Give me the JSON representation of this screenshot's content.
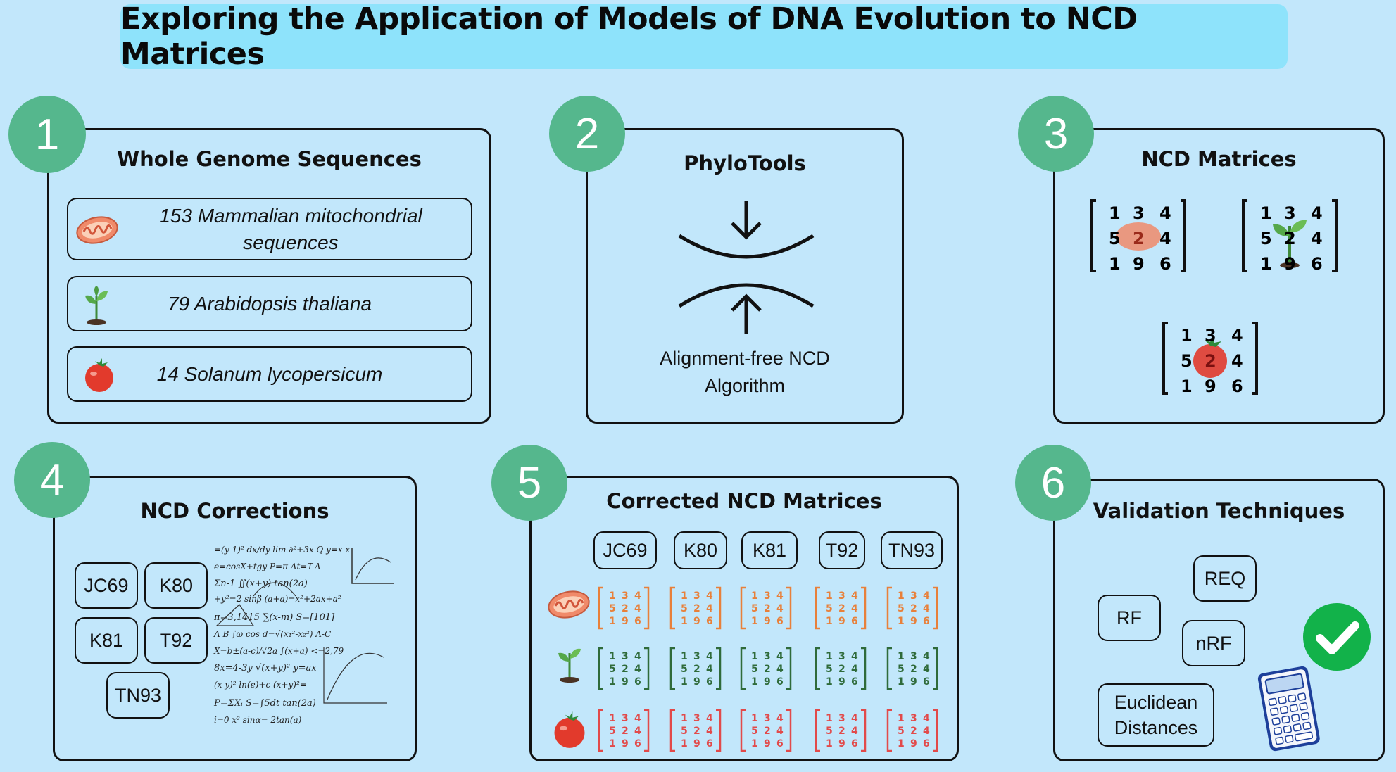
{
  "title": "Exploring the Application of Models of DNA Evolution to NCD Matrices",
  "steps": {
    "s1": {
      "number": "1",
      "title": "Whole Genome Sequences",
      "items": [
        {
          "label": "153 Mammalian mitochondrial sequences",
          "icon": "mitochondrion-icon"
        },
        {
          "label": "79 Arabidopsis thaliana",
          "icon": "sprout-icon"
        },
        {
          "label": "14 Solanum lycopersicum",
          "icon": "tomato-icon"
        }
      ]
    },
    "s2": {
      "number": "2",
      "title": "PhyloTools",
      "caption_line1": "Alignment-free NCD",
      "caption_line2": "Algorithm"
    },
    "s3": {
      "number": "3",
      "title": "NCD Matrices",
      "matrix": {
        "row1": [
          "1",
          "3",
          "4"
        ],
        "row2": [
          "5",
          "2",
          "4"
        ],
        "row3": [
          "1",
          "9",
          "6"
        ]
      }
    },
    "s4": {
      "number": "4",
      "title": "NCD Corrections",
      "models": [
        "JC69",
        "K80",
        "K81",
        "T92",
        "TN93"
      ]
    },
    "s5": {
      "number": "5",
      "title": "Corrected NCD Matrices",
      "models": [
        "JC69",
        "K80",
        "K81",
        "T92",
        "TN93"
      ],
      "row_colors": {
        "mito": "#e8803a",
        "plant": "#2f6b3a",
        "tomato": "#e24a4a"
      }
    },
    "s6": {
      "number": "6",
      "title": "Validation Techniques",
      "techniques": {
        "req": "REQ",
        "rf": "RF",
        "nrf": "nRF",
        "euclid_line1": "Euclidean",
        "euclid_line2": "Distances"
      }
    }
  },
  "colors": {
    "background": "#c2e7fb",
    "title_bar": "#8ee3fb",
    "badge": "#55b78d",
    "check": "#12b24a"
  }
}
